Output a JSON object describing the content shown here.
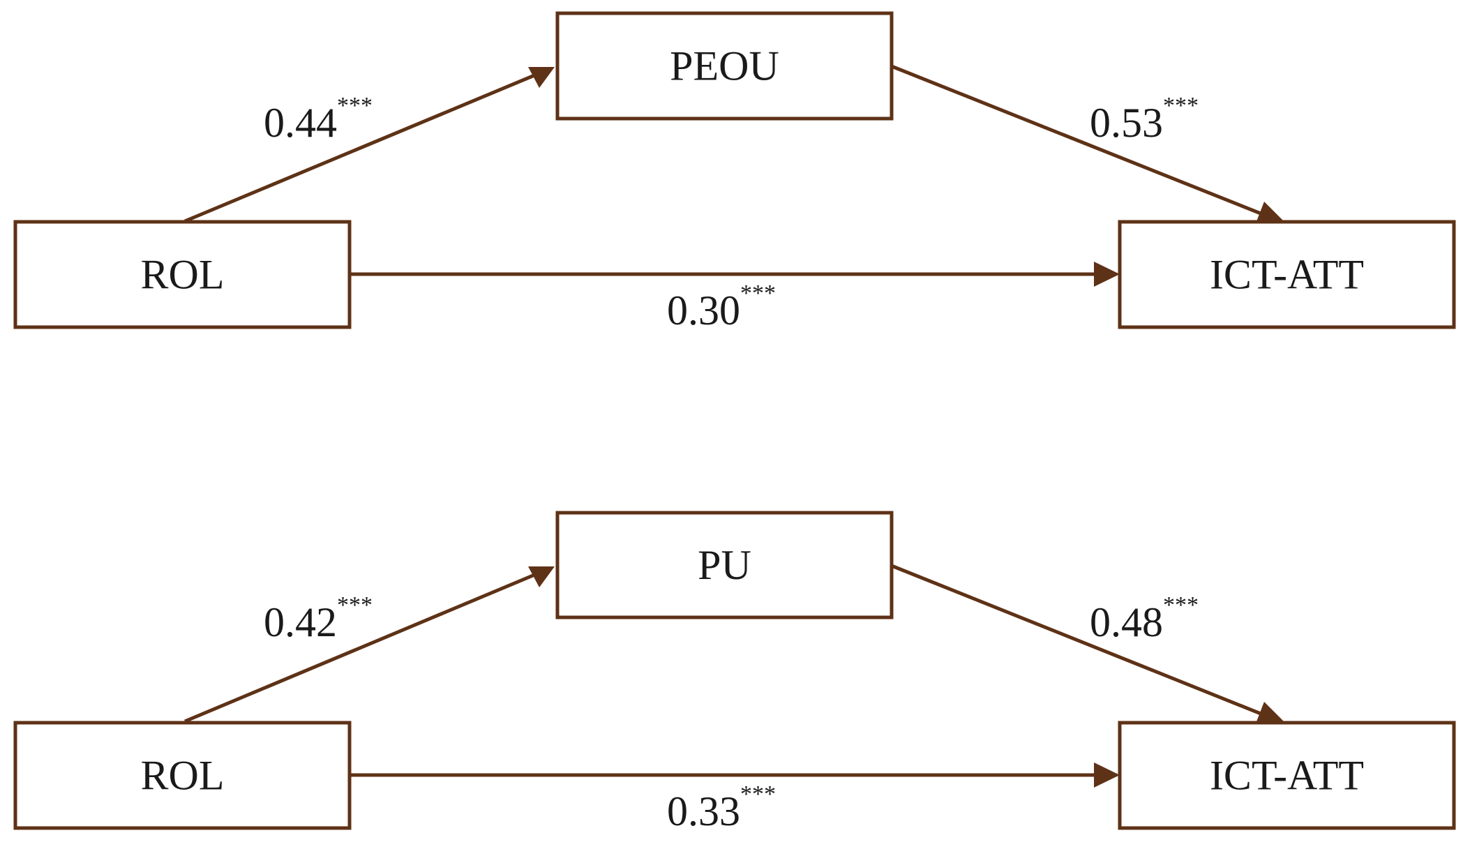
{
  "colors": {
    "arrow": "#5e3217",
    "box_border": "#5e3217",
    "text": "#1a1a1a",
    "background": "#ffffff"
  },
  "models": [
    {
      "nodes": {
        "predictor": "ROL",
        "mediator": "PEOU",
        "outcome": "ICT-ATT"
      },
      "paths": {
        "a": {
          "value": "0.44",
          "sig": "***"
        },
        "b": {
          "value": "0.53",
          "sig": "***"
        },
        "c": {
          "value": "0.30",
          "sig": "***"
        }
      }
    },
    {
      "nodes": {
        "predictor": "ROL",
        "mediator": "PU",
        "outcome": "ICT-ATT"
      },
      "paths": {
        "a": {
          "value": "0.42",
          "sig": "***"
        },
        "b": {
          "value": "0.48",
          "sig": "***"
        },
        "c": {
          "value": "0.33",
          "sig": "***"
        }
      }
    }
  ]
}
